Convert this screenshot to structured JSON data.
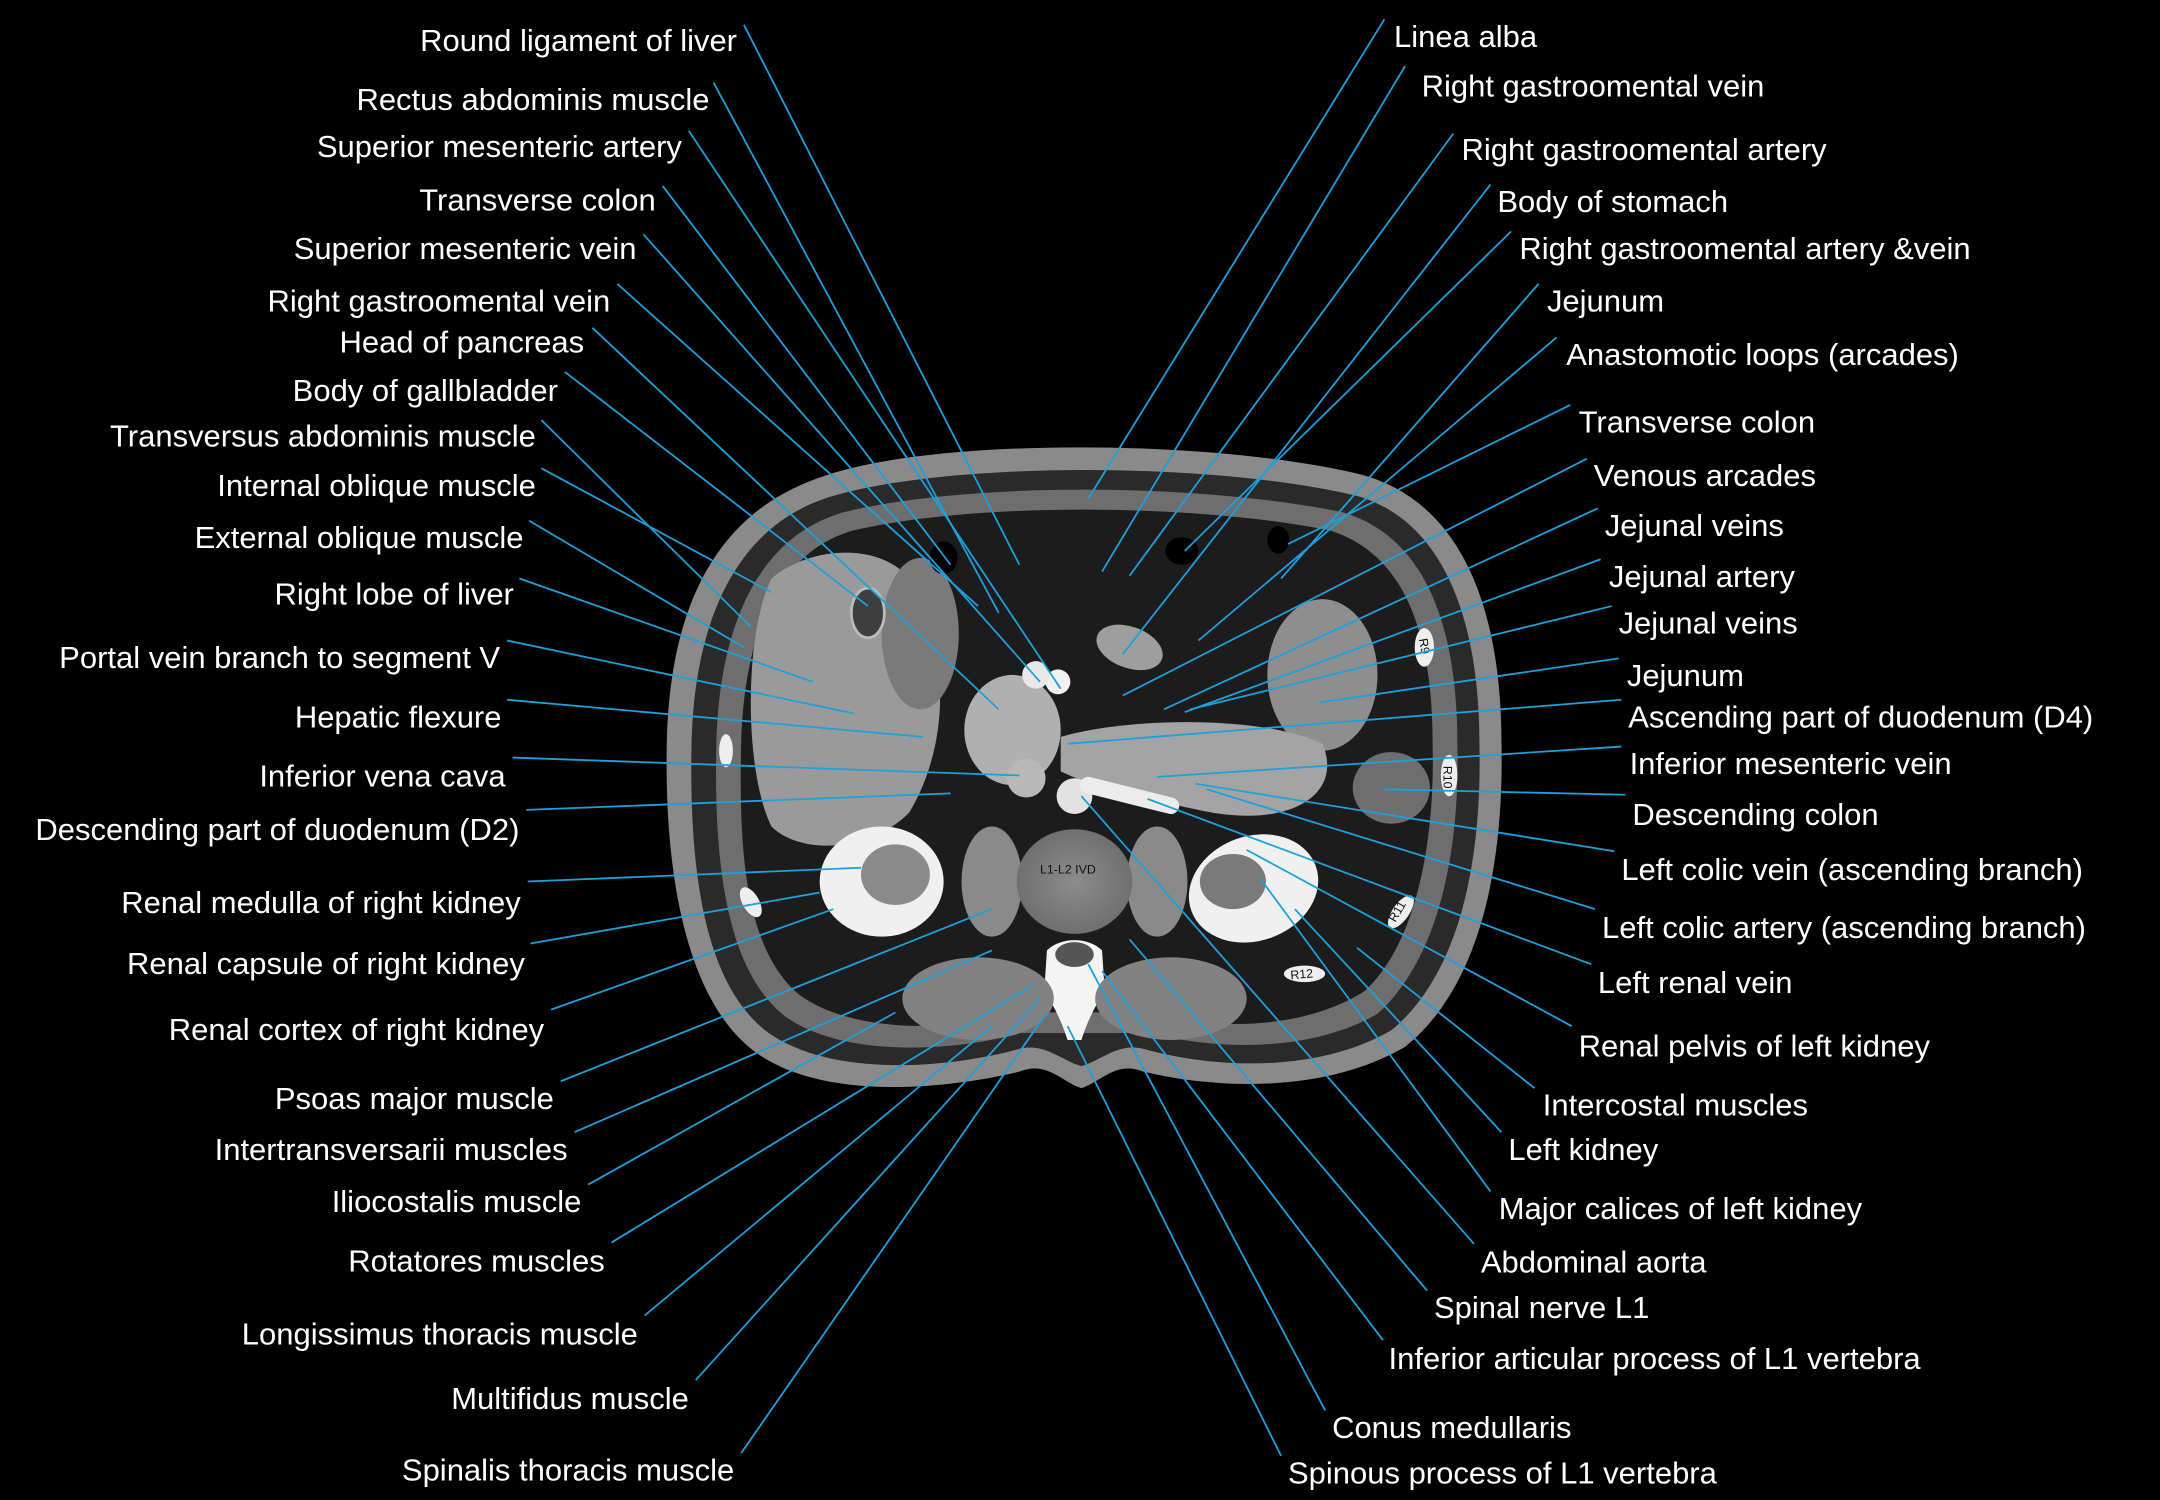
{
  "colors": {
    "background": "#000000",
    "label_text": "#ffffff",
    "leader_line": "#1ea0dc"
  },
  "ct_image": {
    "level_label": "L1-L2 IVD",
    "rib_markers": [
      "R9",
      "R10",
      "R11",
      "R12"
    ]
  },
  "labels": {
    "left": [
      "Round ligament of liver",
      "Rectus abdominis muscle",
      "Superior mesenteric artery",
      "Transverse colon",
      "Superior mesenteric vein",
      "Right gastroomental vein",
      "Head of pancreas",
      "Body of gallbladder",
      "Transversus abdominis muscle",
      "Internal oblique muscle",
      "External oblique muscle",
      "Right lobe of liver",
      "Portal vein branch to segment V",
      "Hepatic flexure",
      "Inferior vena cava",
      "Descending part of duodenum (D2)",
      "Renal medulla of right kidney",
      "Renal capsule of right kidney",
      "Renal cortex of right kidney",
      "Psoas major muscle",
      "Intertransversarii muscles",
      "Iliocostalis muscle",
      "Rotatores muscles",
      "Longissimus thoracis muscle",
      "Multifidus muscle",
      "Spinalis thoracis muscle"
    ],
    "right": [
      "Linea alba",
      "Right gastroomental vein",
      "Right gastroomental artery",
      "Body of stomach",
      "Right gastroomental artery &vein",
      "Jejunum",
      "Anastomotic loops (arcades)",
      "Transverse colon",
      "Venous arcades",
      "Jejunal veins",
      "Jejunal artery",
      "Jejunal veins",
      "Jejunum",
      "Ascending part of duodenum (D4)",
      "Inferior mesenteric vein",
      "Descending colon",
      "Left colic  vein (ascending  branch)",
      "Left colic  artery (ascending  branch)",
      "Left renal vein",
      "Renal pelvis of left kidney",
      "Intercostal muscles",
      "Left kidney",
      "Major calices of left kidney",
      "Abdominal aorta",
      "Spinal nerve L1",
      "Inferior articular process of L1 vertebra",
      "Conus medullaris",
      "Spinous process of L1 vertebra"
    ]
  }
}
